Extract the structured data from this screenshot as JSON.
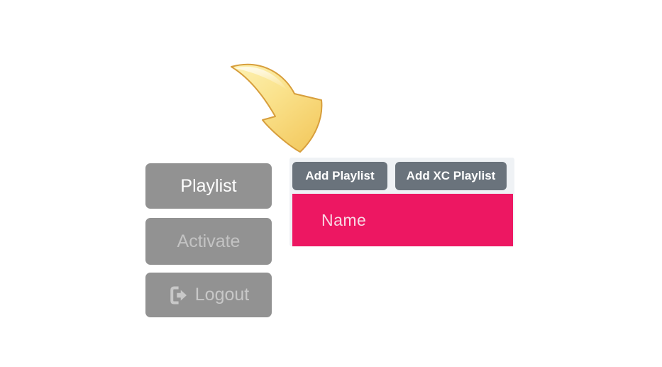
{
  "page": {
    "background_color": "#ffffff",
    "description": "Playlist management screen with annotation arrow"
  },
  "annotation": {
    "arrow_icon": "curved-arrow-pointing-down-right",
    "arrow_color_light": "#fdeea6",
    "arrow_color_dark": "#f3c95f",
    "arrow_edge_color": "#d79e3c"
  },
  "sidebar": {
    "button_bg": "#929292",
    "items": [
      {
        "label": "Playlist",
        "active": true,
        "text_color": "#ffffff"
      },
      {
        "label": "Activate",
        "active": false,
        "text_color": "#c3c3c3"
      },
      {
        "label": "Logout",
        "active": false,
        "text_color": "#c8c8c8",
        "icon": "logout-icon"
      }
    ]
  },
  "toolbar": {
    "panel_bg": "#eff2f5",
    "button_bg": "#6a737c",
    "button_text_color": "#ffffff",
    "buttons": [
      {
        "label": "Add Playlist"
      },
      {
        "label": "Add XC Playlist"
      }
    ]
  },
  "table": {
    "header_bg": "#ed1762",
    "header_text_color": "#f8d9e4",
    "columns": [
      {
        "label": "Name"
      }
    ]
  }
}
